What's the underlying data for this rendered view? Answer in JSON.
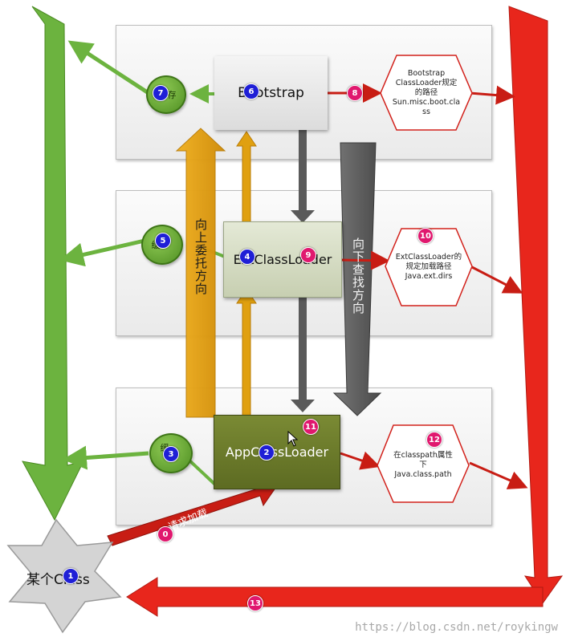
{
  "loaders": {
    "bootstrap": "Bootstrap",
    "ext": "ExtClassLoader",
    "app": "AppClassLoader"
  },
  "cache": {
    "top": "存",
    "mid": "缓",
    "low": "缓"
  },
  "paths": {
    "bootstrap": [
      "Bootstrap",
      "ClassLoader规定",
      "的路径",
      "Sun.misc.boot.cla",
      "ss"
    ],
    "ext": [
      "ExtClassLoader的",
      "规定加载路径",
      "Java.ext.dirs"
    ],
    "app": [
      "在classpath属性",
      "下",
      "Java.class.path"
    ]
  },
  "labels": {
    "delegate_up": "向上委托方向",
    "search_down": "向下查找方向",
    "request_load": "请求加载",
    "some_class": "某个Class"
  },
  "steps": {
    "s0": "0",
    "s1": "1",
    "s2": "2",
    "s3": "3",
    "s4": "4",
    "s5": "5",
    "s6": "6",
    "s7": "7",
    "s8": "8",
    "s9": "9",
    "s10": "10",
    "s11": "11",
    "s12": "12",
    "s13": "13"
  },
  "watermark": "https://blog.csdn.net/roykingw",
  "colors": {
    "green_arrow": "#6cb33f",
    "red_arrow": "#e8261c",
    "orange_arrow": "#e0a010",
    "gray_arrow": "#5a5a5a",
    "app_box": "#6b7a2c",
    "ext_box": "#d5dcc4",
    "boot_box": "#eeeeee",
    "badge_blue": "#1f1fd6",
    "badge_pink": "#e0186e"
  }
}
